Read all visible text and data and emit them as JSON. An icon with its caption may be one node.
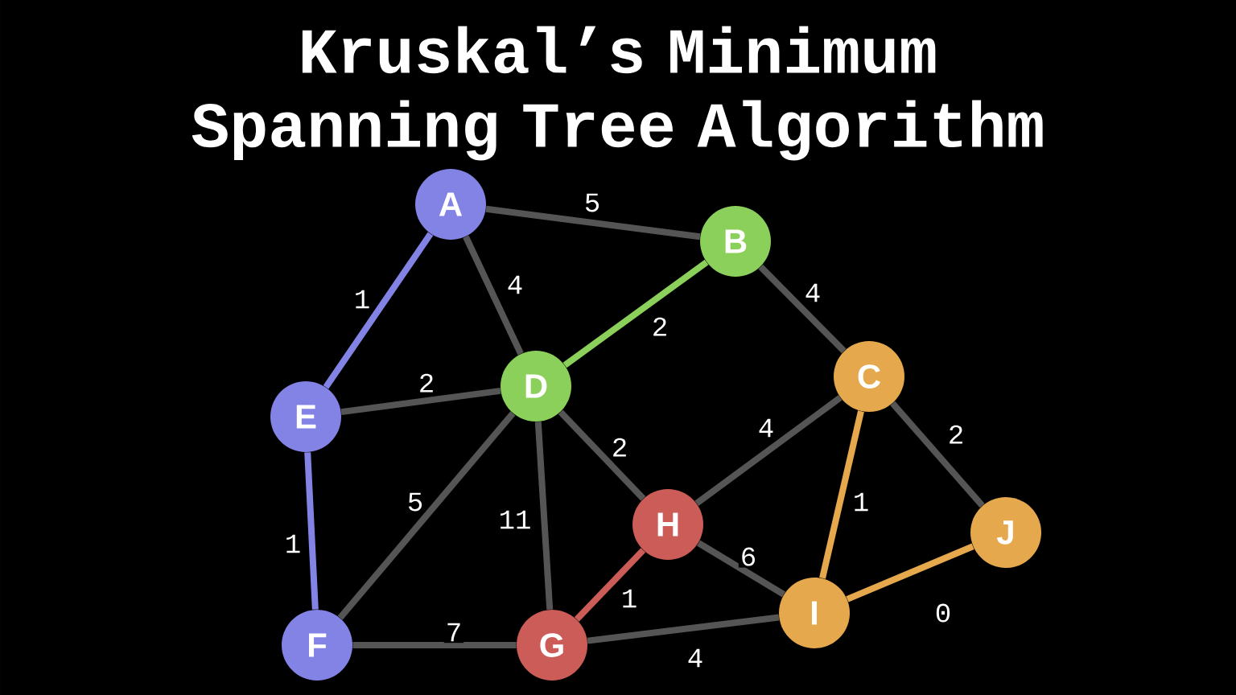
{
  "diagram": {
    "title": "Kruskal’s Minimum Spanning Tree Algorithm",
    "nodes": [
      {
        "text": [
          "A"
        ]
      },
      {
        "text": [
          "B"
        ]
      },
      {
        "text": [
          "C"
        ]
      },
      {
        "text": [
          "D"
        ]
      },
      {
        "text": [
          "E"
        ]
      },
      {
        "text": [
          "F"
        ]
      },
      {
        "text": [
          "G"
        ]
      },
      {
        "text": [
          "H"
        ]
      },
      {
        "text": [
          "I"
        ]
      },
      {
        "text": [
          "J"
        ]
      }
    ],
    "edges": [
      {
        "from": 0,
        "to": 1,
        "arrow": "none",
        "label": "5"
      },
      {
        "from": 0,
        "to": 3,
        "arrow": "none",
        "label": "4"
      },
      {
        "from": 0,
        "to": 4,
        "arrow": "none",
        "label": "1",
        "color": "#8383e6"
      },
      {
        "from": 1,
        "to": 3,
        "arrow": "none",
        "label": "2",
        "color": "#8bd05a"
      },
      {
        "from": 1,
        "to": 2,
        "arrow": "none",
        "label": "4"
      },
      {
        "from": 4,
        "to": 3,
        "arrow": "none",
        "label": "2"
      },
      {
        "from": 4,
        "to": 5,
        "arrow": "none",
        "label": "1",
        "color": "#8383e6"
      },
      {
        "from": 3,
        "to": 5,
        "arrow": "none",
        "label": "5"
      },
      {
        "from": 3,
        "to": 6,
        "arrow": "none",
        "label": "11"
      },
      {
        "from": 3,
        "to": 7,
        "arrow": "none",
        "label": "2"
      },
      {
        "from": 2,
        "to": 7,
        "arrow": "none",
        "label": "4"
      },
      {
        "from": 2,
        "to": 9,
        "arrow": "none",
        "label": "2"
      },
      {
        "from": 2,
        "to": 8,
        "arrow": "none",
        "label": "1",
        "color": "#e6a84c"
      },
      {
        "from": 7,
        "to": 6,
        "arrow": "none",
        "label": "1",
        "color": "#cc5c57"
      },
      {
        "from": 7,
        "to": 8,
        "arrow": "none",
        "label": "6"
      },
      {
        "from": 9,
        "to": 8,
        "arrow": "none",
        "label": "0",
        "color": "#e6a84c"
      },
      {
        "from": 5,
        "to": 6,
        "arrow": "none",
        "label": "7"
      },
      {
        "from": 6,
        "to": 8,
        "arrow": "none",
        "label": "4"
      }
    ]
  }
}
